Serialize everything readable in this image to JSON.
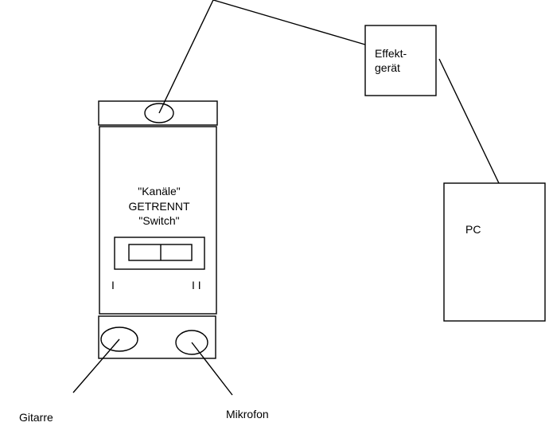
{
  "labels": {
    "device_kanaele": "\"Kanäle\"",
    "device_getrennt": "GETRENNT",
    "device_switch": "\"Switch\"",
    "channel_one": "I",
    "channel_two": "I I",
    "effekt_line1": "Effekt-",
    "effekt_line2": "gerät",
    "pc": "PC",
    "gitarre": "Gitarre",
    "mikrofon": "Mikrofon"
  },
  "colors": {
    "stroke": "#000000",
    "background": "#ffffff"
  }
}
